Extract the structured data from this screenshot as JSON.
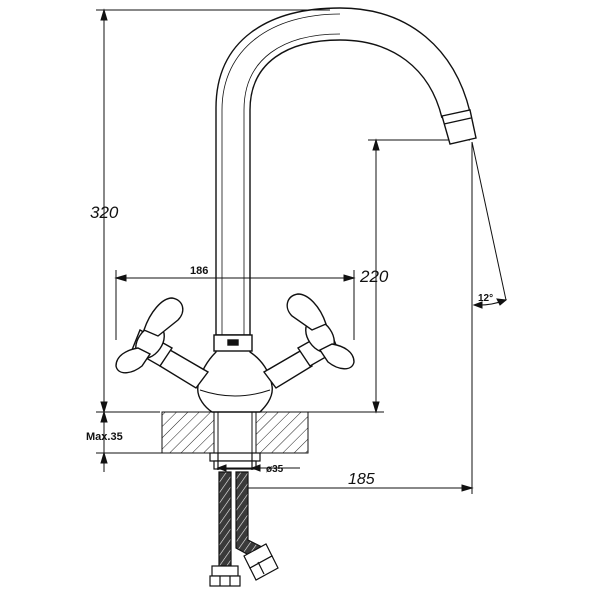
{
  "drawing": {
    "dimensions": {
      "total_height": "320",
      "spout_height": "220",
      "handle_span": "186",
      "spout_reach": "185",
      "mount_thickness": "Max.35",
      "hole_diameter": "ø35",
      "spout_angle": "12°"
    }
  }
}
